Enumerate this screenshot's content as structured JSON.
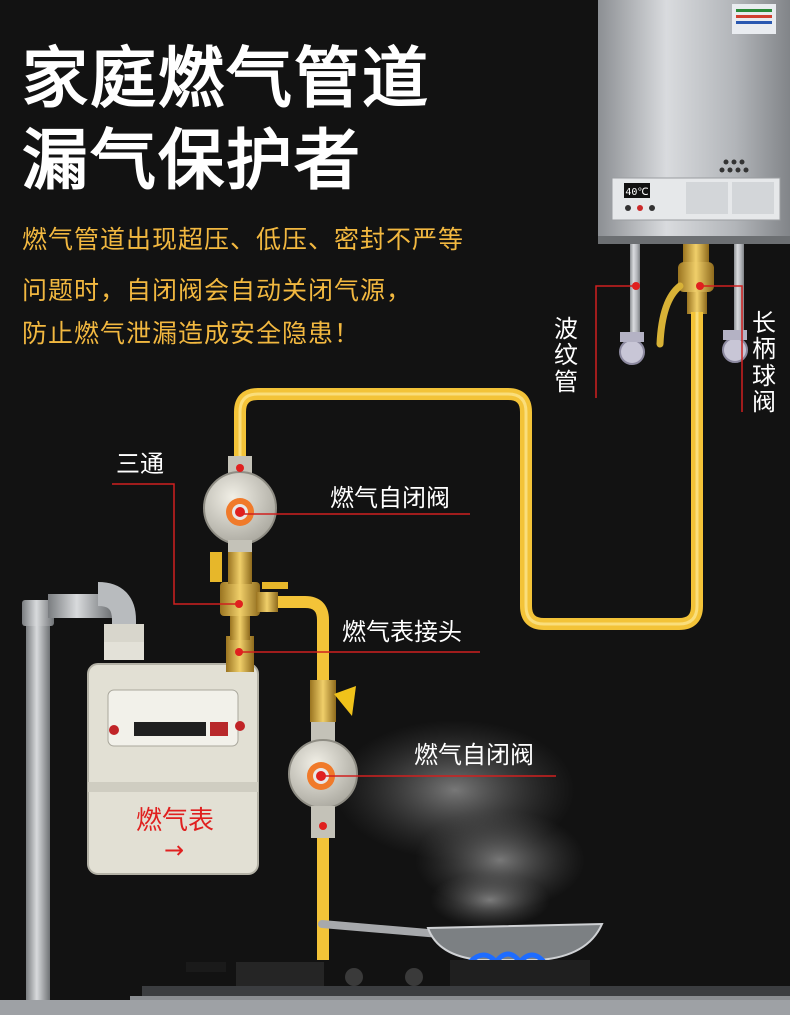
{
  "headline": {
    "line1": "家庭燃气管道",
    "line2": "漏气保护者"
  },
  "description": {
    "line1": "燃气管道出现超压、低压、密封不严等",
    "line2": "问题时，自闭阀会自动关闭气源，",
    "line3": "防止燃气泄漏造成安全隐患！"
  },
  "callouts": {
    "tee": "三通",
    "valve_upper": "燃气自闭阀",
    "meter_joint": "燃气表接头",
    "valve_lower": "燃气自闭阀",
    "bellows_pipe": "波纹管",
    "ball_valve": "长柄球阀"
  },
  "meter": {
    "label": "燃气表",
    "arrow": "→"
  },
  "heater_display": "40℃",
  "colors": {
    "headline": "#ffffff",
    "description": "#f2b840",
    "pipe": "#f3c338",
    "callout_line": "#d0201f",
    "marker": "#e0201f",
    "flame": "#1e6cff"
  }
}
